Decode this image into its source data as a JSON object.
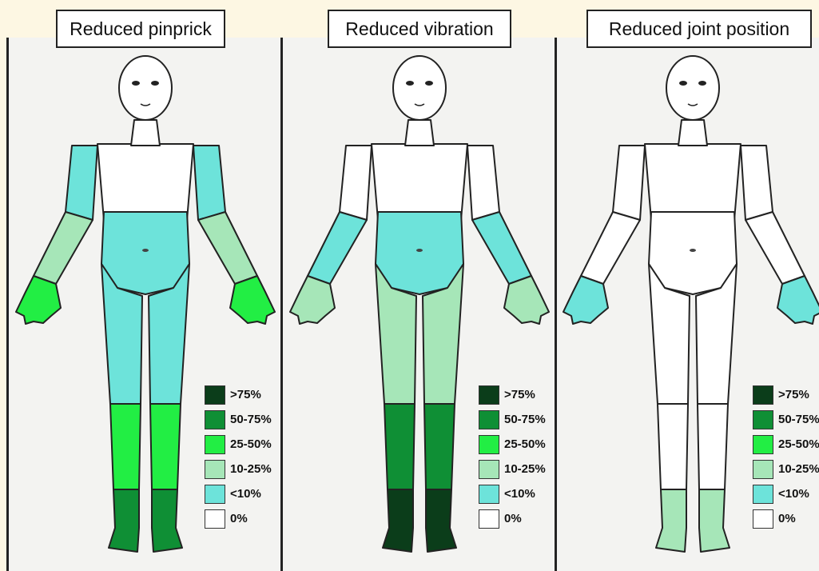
{
  "panels": [
    {
      "title": "Reduced pinprick"
    },
    {
      "title": "Reduced vibration"
    },
    {
      "title": "Reduced joint position"
    }
  ],
  "legend": [
    {
      "label": ">75%",
      "color": "#0b3d1a"
    },
    {
      "label": "50-75%",
      "color": "#0f8f35"
    },
    {
      "label": "25-50%",
      "color": "#22ee44"
    },
    {
      "label": "10-25%",
      "color": "#a6e6b8"
    },
    {
      "label": "<10%",
      "color": "#6de3da"
    },
    {
      "label": "0%",
      "color": "#ffffff"
    }
  ],
  "figures": [
    {
      "upper_arm": "<10%",
      "forearm": "10-25%",
      "hand": "25-50%",
      "trunk_lower": "<10%",
      "thigh": "<10%",
      "knee_shin": "25-50%",
      "lower_leg_foot": "50-75%"
    },
    {
      "upper_arm": "0%",
      "forearm": "<10%",
      "hand": "10-25%",
      "trunk_lower": "<10%",
      "thigh": "10-25%",
      "knee_shin": "50-75%",
      "lower_leg_foot": ">75%"
    },
    {
      "upper_arm": "0%",
      "forearm": "0%",
      "hand": "<10%",
      "trunk_lower": "0%",
      "thigh": "0%",
      "knee_shin": "0%",
      "lower_leg_foot": "10-25%"
    }
  ]
}
